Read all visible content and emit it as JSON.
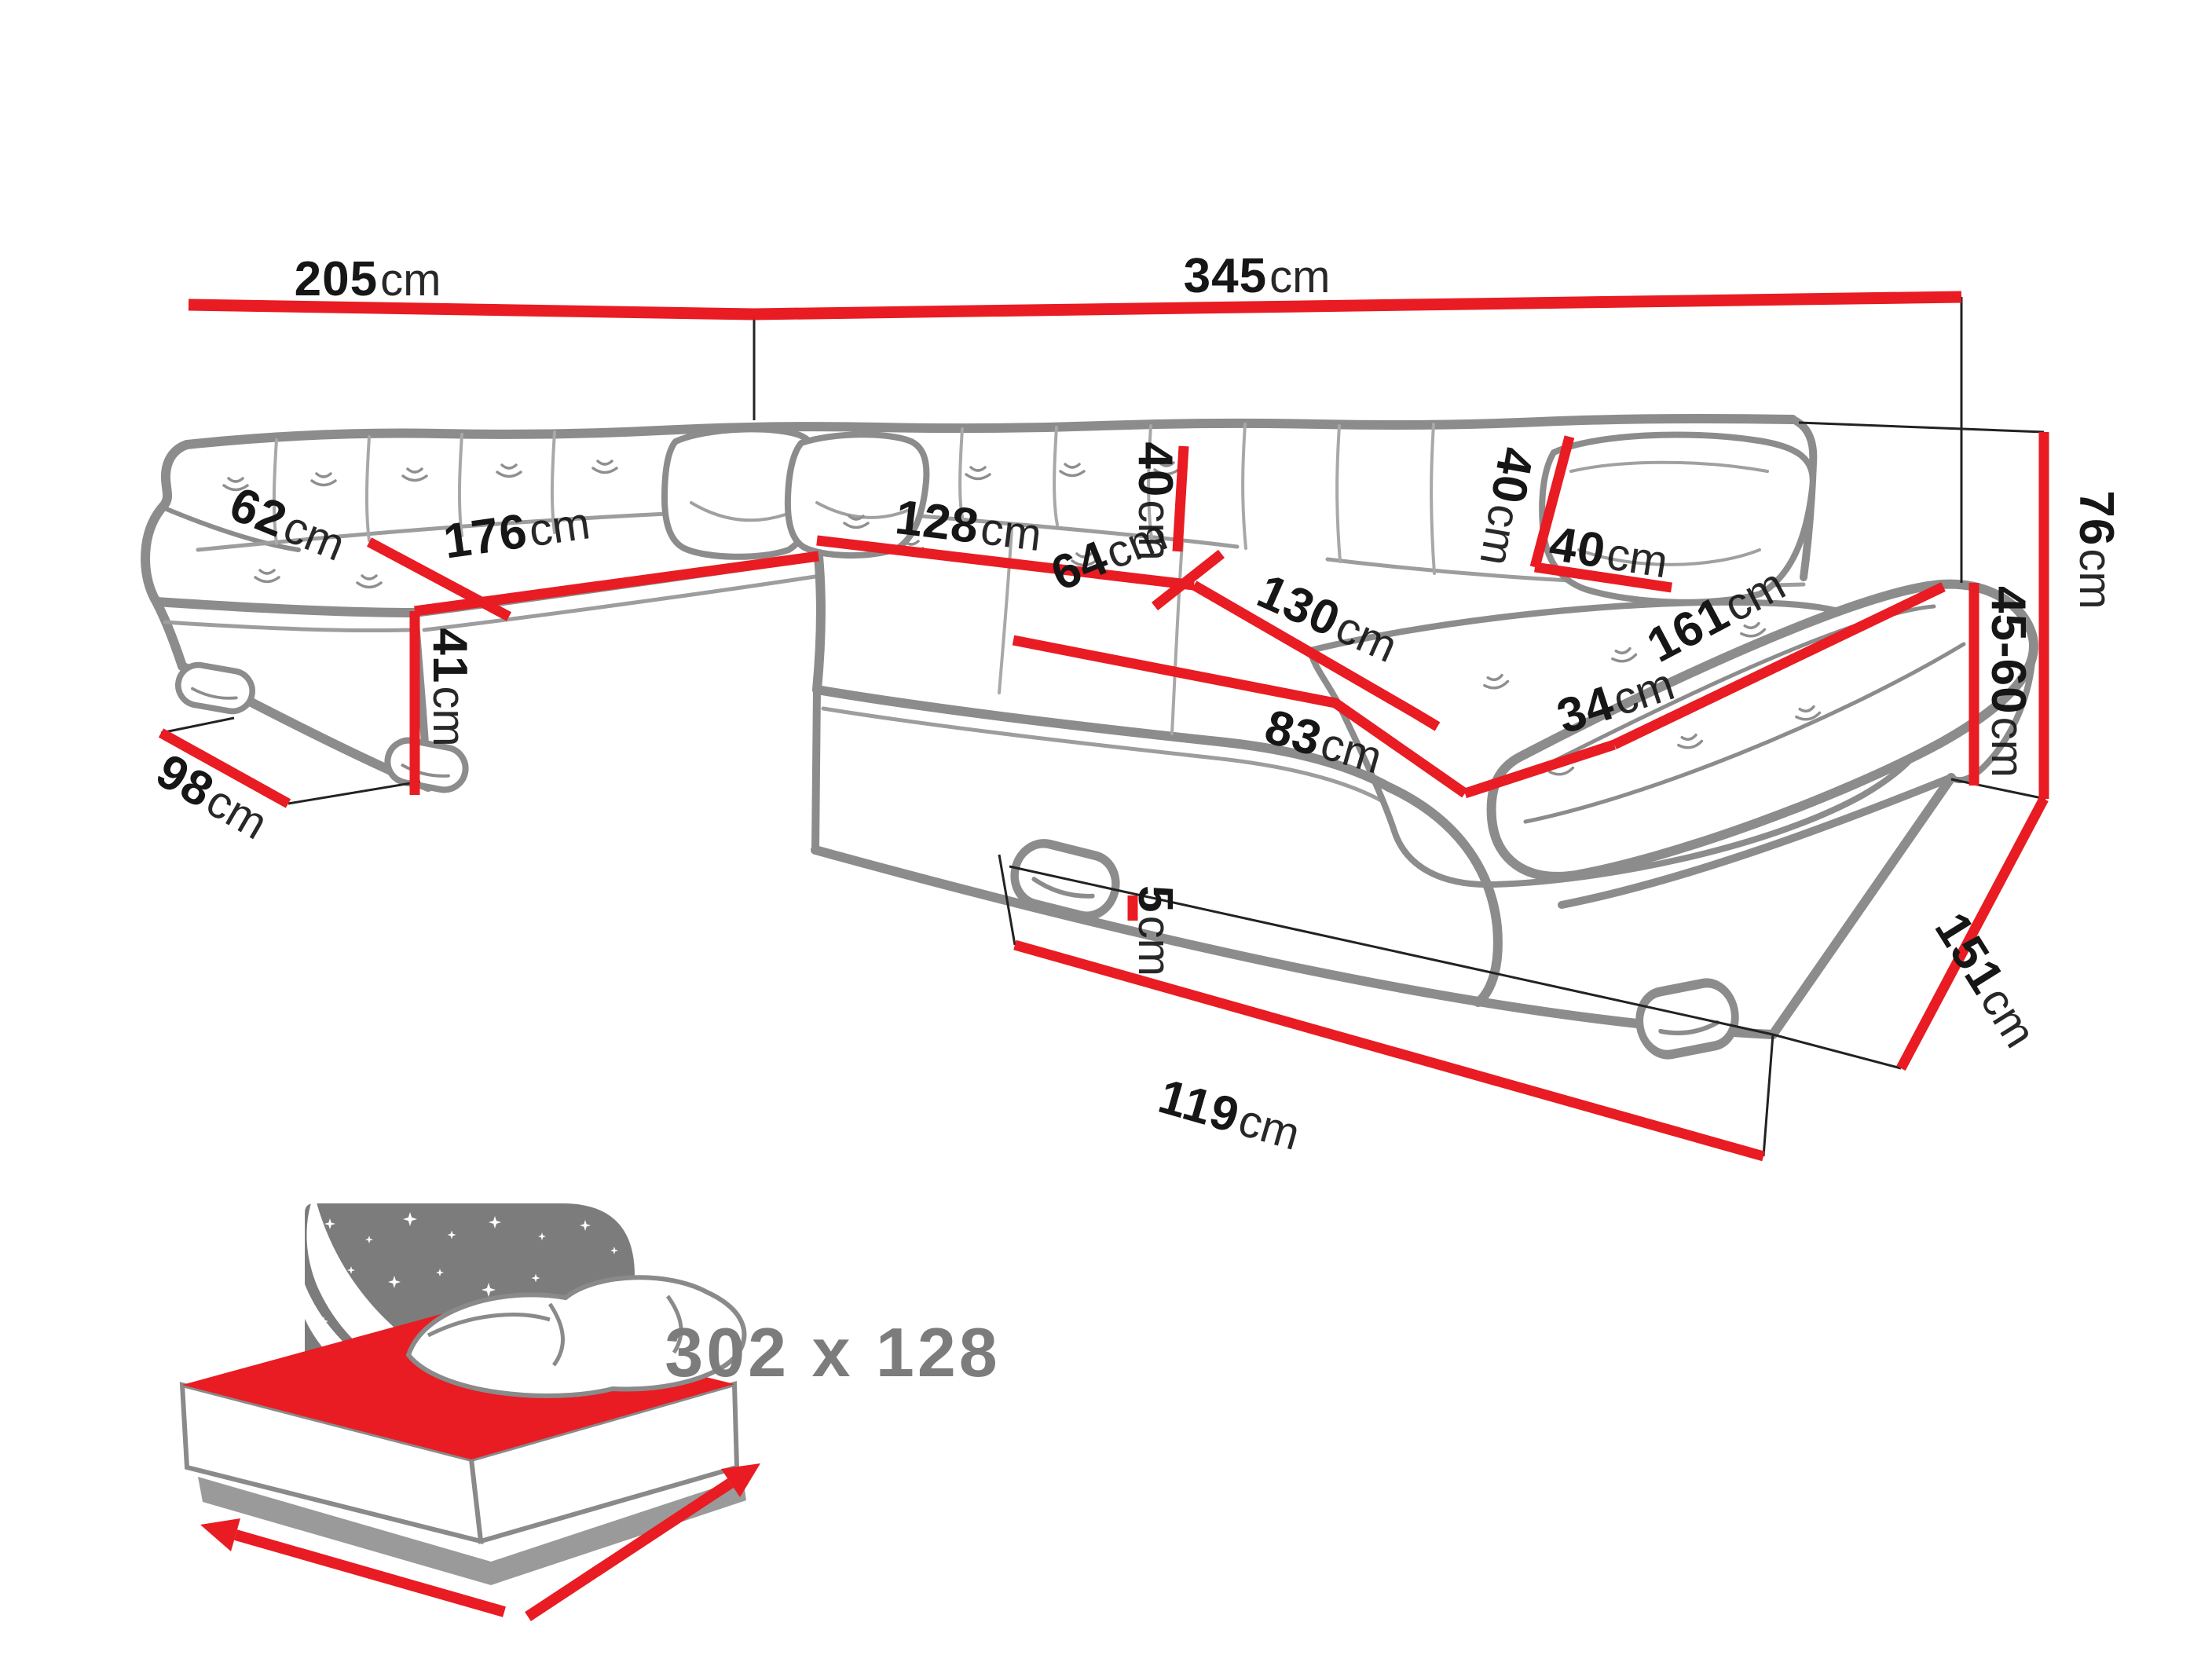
{
  "diagram": {
    "type": "corner-sofa-dimension-diagram",
    "unit": "cm",
    "colors": {
      "dimension_line": "#e81c22",
      "outline_gray": "#8c8c8c",
      "label_black": "#161616",
      "icon_gray": "#7c7c7c",
      "background": "#ffffff"
    },
    "dimensions": {
      "wall_left": {
        "value": "205",
        "unit": "cm"
      },
      "wall_back": {
        "value": "345",
        "unit": "cm"
      },
      "left_seat_depth": {
        "value": "62",
        "unit": "cm"
      },
      "left_seat_length": {
        "value": "176",
        "unit": "cm"
      },
      "back_seat_length": {
        "value": "128",
        "unit": "cm"
      },
      "back_seat_depth": {
        "value": "64",
        "unit": "cm"
      },
      "backrest_cushion_height": {
        "value": "40",
        "unit": "cm"
      },
      "pillow_height": {
        "value": "40",
        "unit": "cm"
      },
      "pillow_width": {
        "value": "40",
        "unit": "cm"
      },
      "chaise_length": {
        "value": "130",
        "unit": "cm"
      },
      "chaise_front_width": {
        "value": "83",
        "unit": "cm"
      },
      "armrest_front_width": {
        "value": "34",
        "unit": "cm"
      },
      "armrest_length": {
        "value": "161",
        "unit": "cm"
      },
      "seat_height": {
        "value": "41",
        "unit": "cm"
      },
      "left_side_depth": {
        "value": "98",
        "unit": "cm"
      },
      "total_height": {
        "value": "76",
        "unit": "cm"
      },
      "armrest_height": {
        "value": "45-60",
        "unit": "cm"
      },
      "right_side_depth": {
        "value": "151",
        "unit": "cm"
      },
      "front_base_width": {
        "value": "119",
        "unit": "cm"
      },
      "leg_height": {
        "value": "5",
        "unit": "cm"
      }
    },
    "sleeping_area": {
      "text": "302 x 128"
    }
  }
}
